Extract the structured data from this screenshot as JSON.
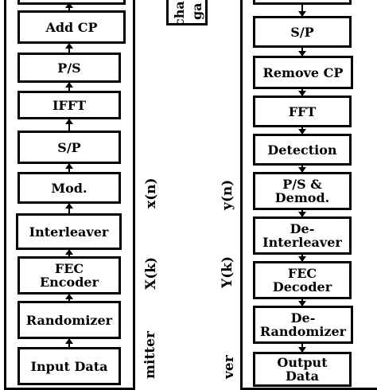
{
  "transmitter": {
    "blocks": [
      "Add CP",
      "P/S",
      "IFFT",
      "S/P",
      "Mod.",
      "Interleaver",
      "FEC\nEncoder",
      "Randomizer",
      "Input Data"
    ],
    "side_label": "mitter",
    "signal_xn": "x(n)",
    "signal_xk": "X(k)"
  },
  "receiver": {
    "blocks": [
      "S/P",
      "Remove CP",
      "FFT",
      "Detection",
      "P/S &\nDemod.",
      "De-\nInterleaver",
      "FEC\nDecoder",
      "De-\nRandomizer",
      "Output\nData"
    ],
    "side_label": "ver",
    "signal_yn": "y(n)",
    "signal_yk": "Y(k)"
  },
  "channel": {
    "line1": "cha",
    "line2": "ga"
  }
}
